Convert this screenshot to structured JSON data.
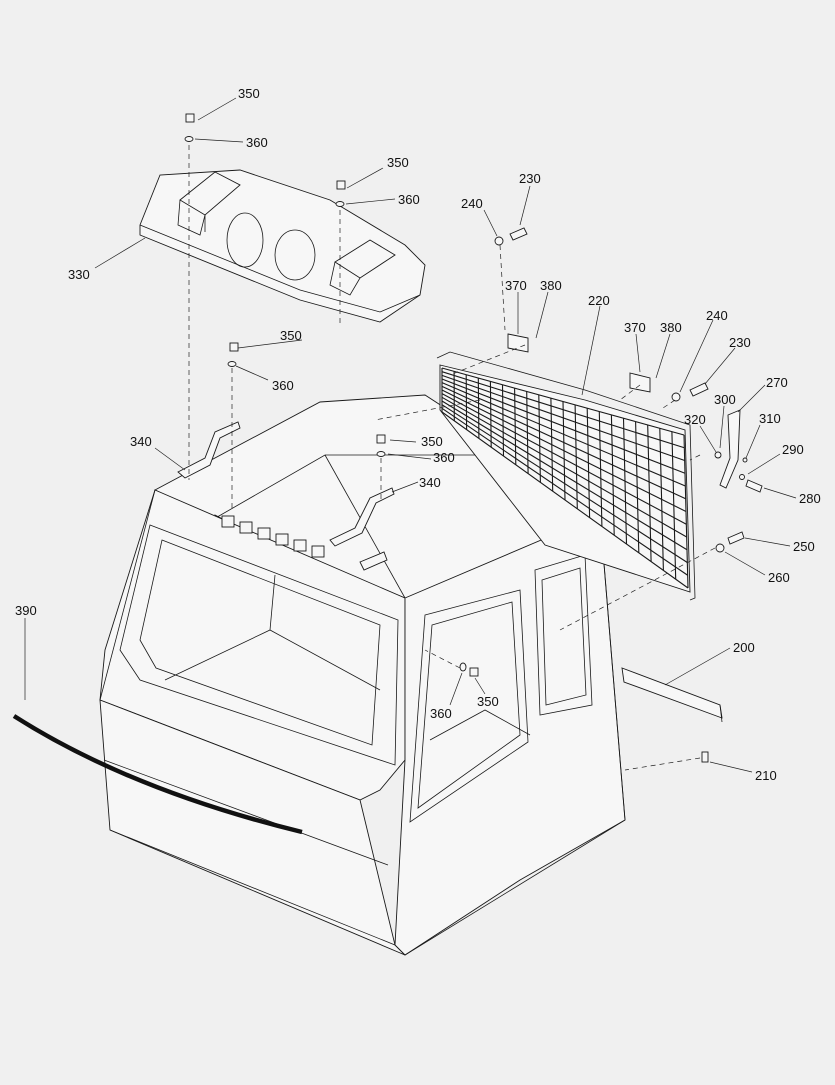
{
  "diagram": {
    "callouts": [
      {
        "id": "c350a",
        "text": "350"
      },
      {
        "id": "c360a",
        "text": "360"
      },
      {
        "id": "c350b",
        "text": "350"
      },
      {
        "id": "c360b",
        "text": "360"
      },
      {
        "id": "c330",
        "text": "330"
      },
      {
        "id": "c240a",
        "text": "240"
      },
      {
        "id": "c230a",
        "text": "230"
      },
      {
        "id": "c370a",
        "text": "370"
      },
      {
        "id": "c380a",
        "text": "380"
      },
      {
        "id": "c220",
        "text": "220"
      },
      {
        "id": "c350c",
        "text": "350"
      },
      {
        "id": "c360c",
        "text": "360"
      },
      {
        "id": "c370b",
        "text": "370"
      },
      {
        "id": "c380b",
        "text": "380"
      },
      {
        "id": "c240b",
        "text": "240"
      },
      {
        "id": "c230b",
        "text": "230"
      },
      {
        "id": "c270",
        "text": "270"
      },
      {
        "id": "c300",
        "text": "300"
      },
      {
        "id": "c320",
        "text": "320"
      },
      {
        "id": "c310",
        "text": "310"
      },
      {
        "id": "c290",
        "text": "290"
      },
      {
        "id": "c280",
        "text": "280"
      },
      {
        "id": "c340a",
        "text": "340"
      },
      {
        "id": "c350d",
        "text": "350"
      },
      {
        "id": "c360d",
        "text": "360"
      },
      {
        "id": "c340b",
        "text": "340"
      },
      {
        "id": "c250",
        "text": "250"
      },
      {
        "id": "c260",
        "text": "260"
      },
      {
        "id": "c390",
        "text": "390"
      },
      {
        "id": "c200",
        "text": "200"
      },
      {
        "id": "c360e",
        "text": "360"
      },
      {
        "id": "c350e",
        "text": "350"
      },
      {
        "id": "c210",
        "text": "210"
      }
    ]
  }
}
